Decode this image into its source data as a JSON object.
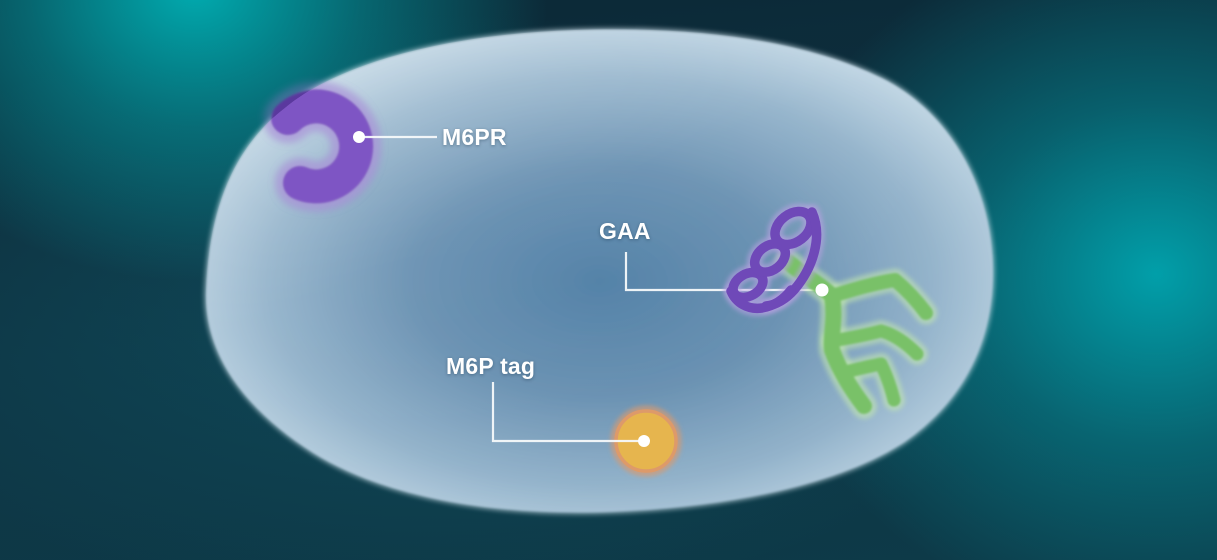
{
  "figure": {
    "kind": "cell-biology-illustration",
    "labels": {
      "m6pr": "M6PR",
      "gaa": "GAA",
      "m6p_tag": "M6P tag"
    },
    "shapes": {
      "m6pr": "purple-crescent-receptor",
      "gaa": "purple-glycan-scribble-with-green-branched-enzyme",
      "m6p_tag": "golden-circle"
    },
    "colors": {
      "background_dark": "#0c2836",
      "glow_teal": "#00a9b0",
      "cell_center": "#4e7ea5",
      "cell_edge": "#cde0ea",
      "receptor_purple": "#7e54c4",
      "receptor_purple_dark": "#5a389e",
      "receptor_glow": "#b39bdf",
      "glycan_purple": "#6f49b8",
      "glycan_glow": "#b7a2e2",
      "enzyme_green": "#79c168",
      "enzyme_glow": "#c4e9ae",
      "m6p_fill": "#e6b54e",
      "m6p_ring": "#dd9a6a",
      "label_text": "#ffffff",
      "connector": "#f5f9fa"
    }
  }
}
